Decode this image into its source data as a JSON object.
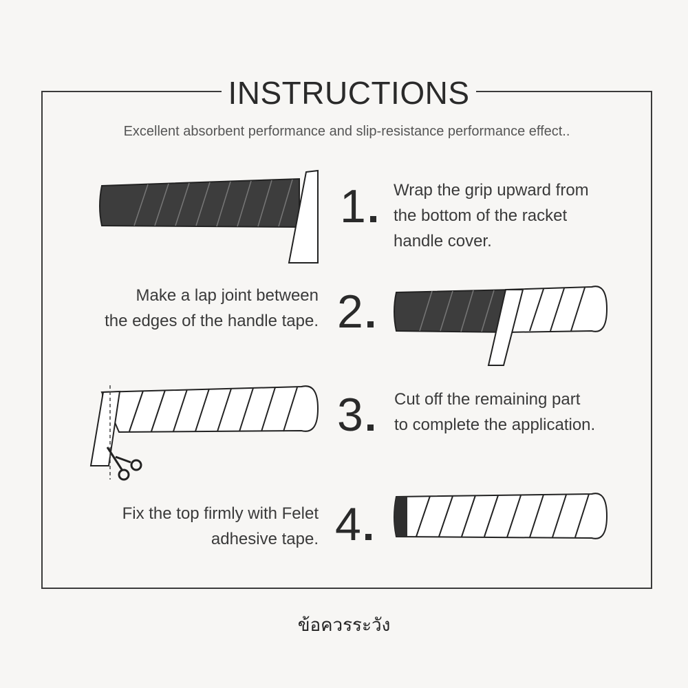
{
  "header": {
    "title": "INSTRUCTIONS",
    "subtitle": "Excellent absorbent performance and slip-resistance performance effect.."
  },
  "steps": [
    {
      "number": "1",
      "lines": [
        "Wrap the grip upward from",
        "the bottom of the racket",
        "handle cover."
      ]
    },
    {
      "number": "2",
      "lines": [
        "Make a lap joint between",
        "the edges of the handle tape."
      ]
    },
    {
      "number": "3",
      "lines": [
        "Cut off the remaining part",
        "to complete the application."
      ]
    },
    {
      "number": "4",
      "lines": [
        "Fix the top firmly with Felet",
        "adhesive tape."
      ]
    }
  ],
  "footer": {
    "text": "ข้อควรระวัง"
  },
  "colors": {
    "ink": "#2b2b2b",
    "grip_dark": "#3a3a3a",
    "background": "#f7f6f4"
  },
  "icons": [
    "scissors-icon"
  ]
}
